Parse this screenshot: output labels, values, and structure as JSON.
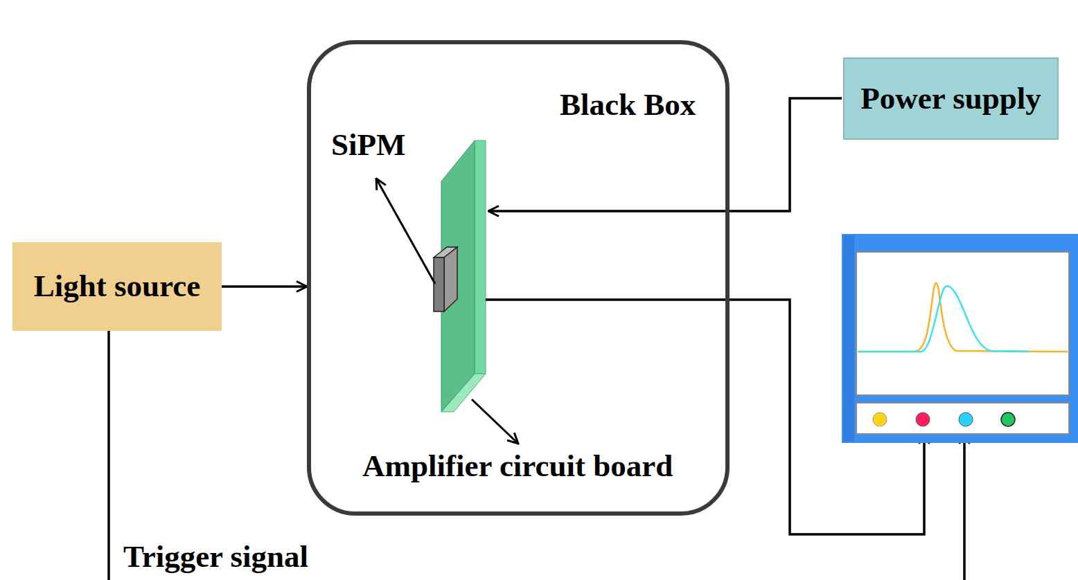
{
  "diagram": {
    "nodes": [
      {
        "text": [
          "Light source"
        ]
      },
      {
        "text": [
          "Black Box"
        ]
      },
      {
        "text": [
          "Power supply"
        ]
      }
    ],
    "edges": [
      {
        "from": 0,
        "to": 1,
        "arrow": "to"
      }
    ],
    "labels": [
      "SiPM",
      "Amplifier circuit board",
      "Trigger signal"
    ]
  }
}
